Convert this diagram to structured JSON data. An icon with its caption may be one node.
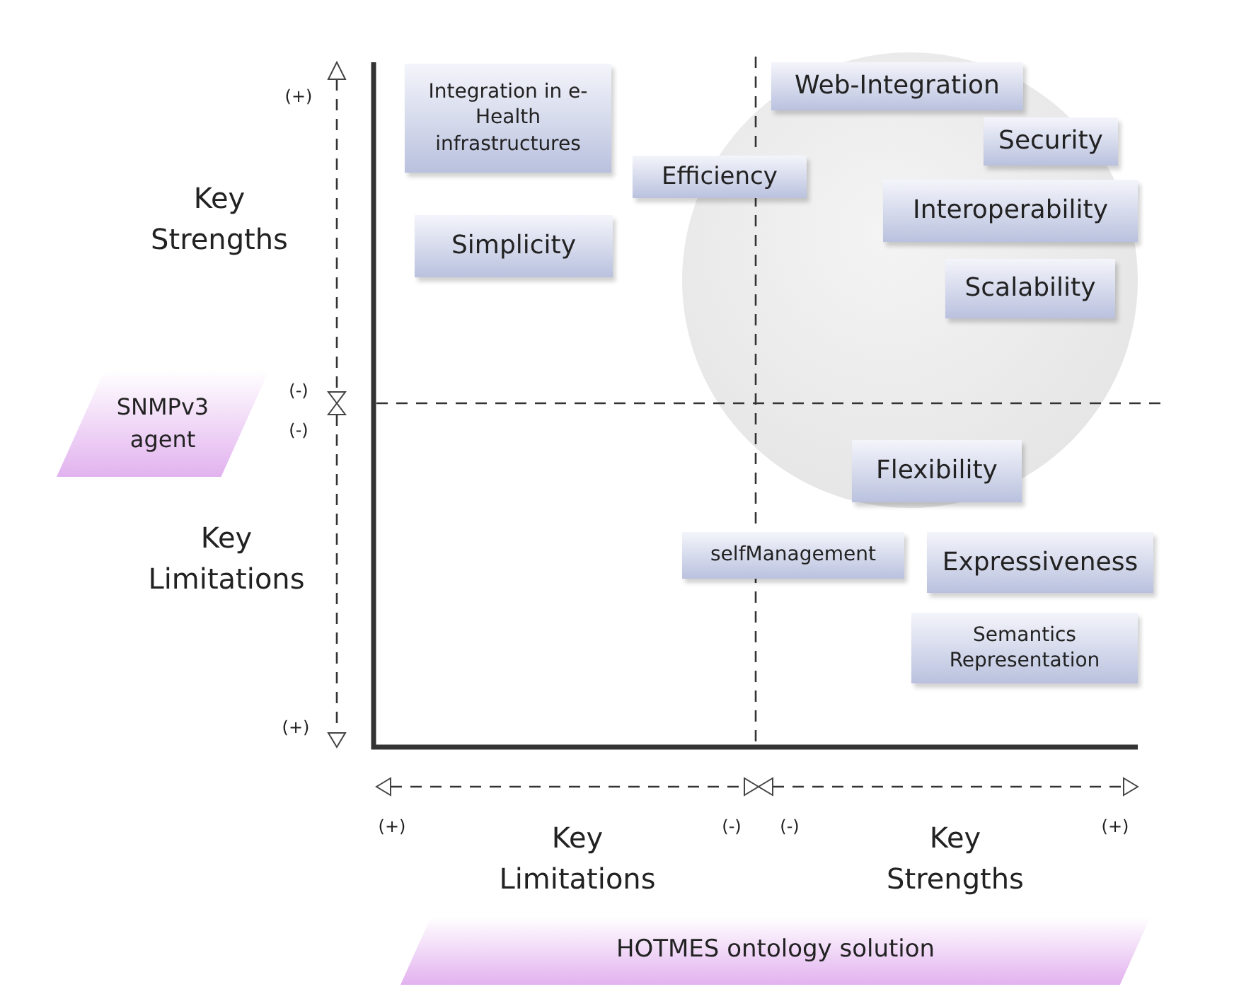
{
  "diagram": {
    "nodes": [
      {
        "text": [
          "Integration in e-Health infrastructures"
        ]
      },
      {
        "text": [
          "Web-Integration"
        ]
      },
      {
        "text": [
          "Security"
        ]
      },
      {
        "text": [
          "Efficiency"
        ]
      },
      {
        "text": [
          "Interoperability"
        ]
      },
      {
        "text": [
          "Simplicity"
        ]
      },
      {
        "text": [
          "Scalability"
        ]
      },
      {
        "text": [
          "SNMPv3 agent"
        ]
      },
      {
        "text": [
          "Flexibility"
        ]
      },
      {
        "text": [
          "selfManagement"
        ]
      },
      {
        "text": [
          "Expressiveness"
        ]
      },
      {
        "text": [
          "Semantics Representation"
        ]
      },
      {
        "text": [
          "HOTMES ontology solution"
        ]
      }
    ],
    "labels": [
      "(+)",
      "Key Strengths",
      "(-)",
      "(-)",
      "Key Limitations",
      "(+)",
      "(+)",
      "(-)",
      "(-)",
      "(+)",
      "Key Limitations",
      "Key Strengths"
    ]
  }
}
